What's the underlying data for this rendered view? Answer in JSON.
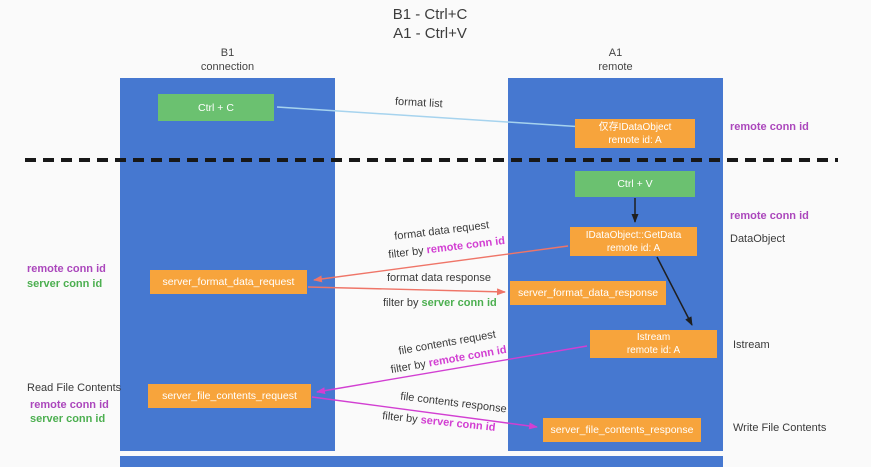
{
  "title": {
    "line1": "B1 - Ctrl+C",
    "line2": "A1 - Ctrl+V"
  },
  "lanes": {
    "left": {
      "name": "B1",
      "subtitle": "connection"
    },
    "right": {
      "name": "A1",
      "subtitle": "remote"
    }
  },
  "nodes": {
    "ctrl_c": {
      "label": "Ctrl + C"
    },
    "ctrl_v": {
      "label": "Ctrl + V"
    },
    "clipboard_cache": {
      "line1": "仅存IDataObject",
      "line2": "remote id: A"
    },
    "getdata": {
      "line1": "IDataObject::GetData",
      "line2": "remote id: A"
    },
    "istream": {
      "line1": "Istream",
      "line2": "remote id: A"
    },
    "format_request": {
      "label": "server_format_data_request"
    },
    "format_response": {
      "label": "server_format_data_response"
    },
    "file_request": {
      "label": "server_file_contents_request"
    },
    "file_response": {
      "label": "server_file_contents_response"
    }
  },
  "arrow_labels": {
    "format_list": "format list",
    "format_data_request": "format data request",
    "format_data_response": "format data response",
    "file_contents_request": "file contents request",
    "file_contents_response": "file contents response",
    "filter_by": "filter by",
    "remote_conn_id": "remote conn id",
    "server_conn_id": "server conn id"
  },
  "annotations": {
    "remote_conn_id": "remote conn id",
    "server_conn_id": "server conn id",
    "dataobject": "DataObject",
    "istream": "Istream",
    "read_file_contents": "Read File Contents",
    "write_file_contents": "Write File Contents"
  },
  "colors": {
    "lane_blue": "#4678d0",
    "node_orange": "#f7a43c",
    "node_green": "#6bc170",
    "purple_text": "#ab47bc",
    "green_text": "#4caf50",
    "magenta": "#d23fd2",
    "salmon": "#ef7568",
    "light_blue": "#a6d3ee",
    "black_arrow": "#1f1f1f"
  }
}
